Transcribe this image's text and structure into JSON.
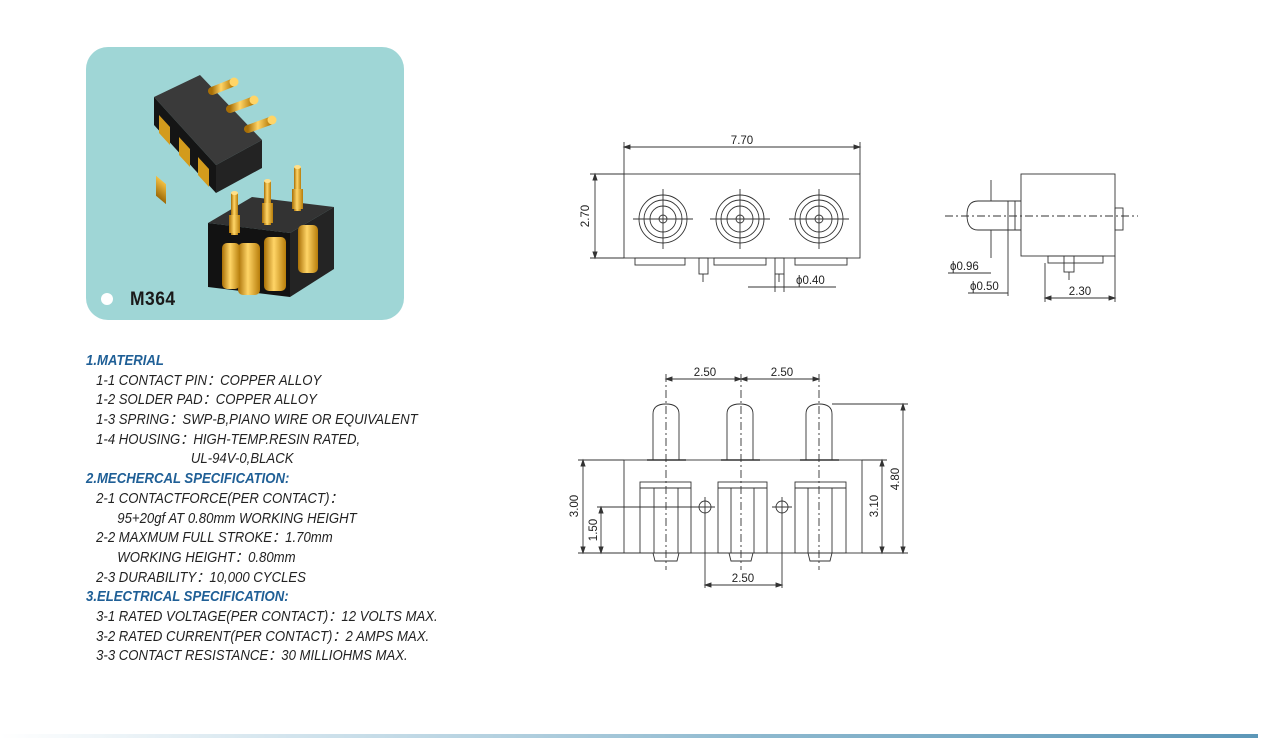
{
  "product": {
    "model": "M364",
    "colors": {
      "card": "#9fd6d6",
      "housing": "#1e1e1e",
      "gold": "#e0a61e",
      "heading": "#1f5f96"
    }
  },
  "specs": {
    "material_heading": "1.MATERIAL",
    "material": [
      "1-1 CONTACT PIN：COPPER ALLOY",
      "1-2 SOLDER PAD：COPPER ALLOY",
      "1-3 SPRING：SWP-B,PIANO WIRE OR EQUIVALENT",
      "1-4 HOUSING：HIGH-TEMP.RESIN RATED,",
      "UL-94V-0,BLACK"
    ],
    "mechanical_heading": "2.MECHERCAL SPECIFICATION:",
    "mechanical": [
      "2-1 CONTACTFORCE(PER CONTACT)：",
      "95+20gf AT 0.80mm WORKING HEIGHT",
      "2-2 MAXMUM FULL STROKE：1.70mm",
      "WORKING HEIGHT：0.80mm",
      "2-3 DURABILITY：10,000 CYCLES"
    ],
    "electrical_heading": "3.ELECTRICAL SPECIFICATION:",
    "electrical": [
      "3-1 RATED VOLTAGE(PER CONTACT)：12 VOLTS MAX.",
      "3-2 RATED CURRENT(PER CONTACT)：2 AMPS MAX.",
      "3-3 CONTACT RESISTANCE：30 MILLIOHMS MAX."
    ]
  },
  "dimensions": {
    "top_width": "7.70",
    "top_height": "2.70",
    "pin_dia_top": "ϕ0.40",
    "side_d1": "ϕ0.96",
    "side_d2": "ϕ0.50",
    "side_w": "2.30",
    "pitch_1": "2.50",
    "pitch_2": "2.50",
    "front_h300": "3.00",
    "front_h150": "1.50",
    "front_h310": "3.10",
    "front_h480": "4.80",
    "front_bottom": "2.50"
  }
}
